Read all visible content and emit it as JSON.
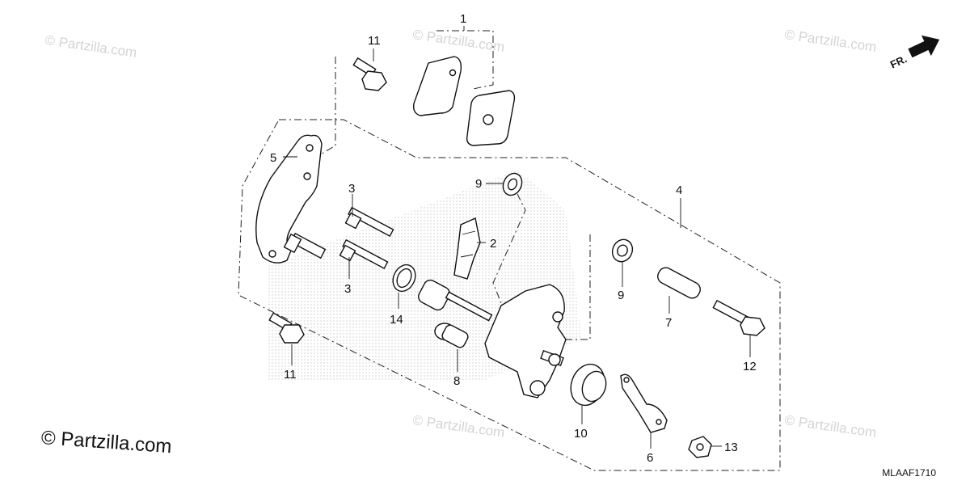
{
  "watermark": "© Partzilla.com",
  "corner_copyright": "© Partzilla.com",
  "diagram_code": "MLAAF1710",
  "direction_label": "FR.",
  "callouts": {
    "c1": "1",
    "c2": "2",
    "c3a": "3",
    "c3b": "3",
    "c4": "4",
    "c5": "5",
    "c6": "6",
    "c7": "7",
    "c8": "8",
    "c9a": "9",
    "c9b": "9",
    "c10": "10",
    "c11a": "11",
    "c11b": "11",
    "c12": "12",
    "c13": "13",
    "c14": "14"
  }
}
